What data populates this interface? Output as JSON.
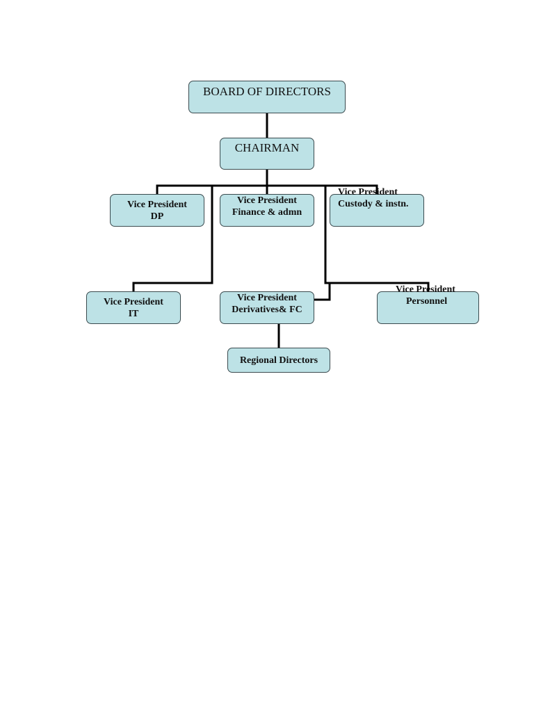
{
  "org_chart": {
    "board": "BOARD OF DIRECTORS",
    "chairman": "CHAIRMAN",
    "vp_dp": {
      "line1": "Vice President",
      "line2": "DP"
    },
    "vp_finance": {
      "line1": "Vice President",
      "line2": "Finance & admn"
    },
    "vp_custody": {
      "line1": "Vice President",
      "line2": "Custody & instn."
    },
    "vp_it": {
      "line1": "Vice President",
      "line2": "IT"
    },
    "vp_derivatives": {
      "line1": "Vice President",
      "line2": "Derivatives& FC"
    },
    "vp_personnel": {
      "line1": "Vice President",
      "line2": "Personnel"
    },
    "regional": "Regional Directors"
  }
}
